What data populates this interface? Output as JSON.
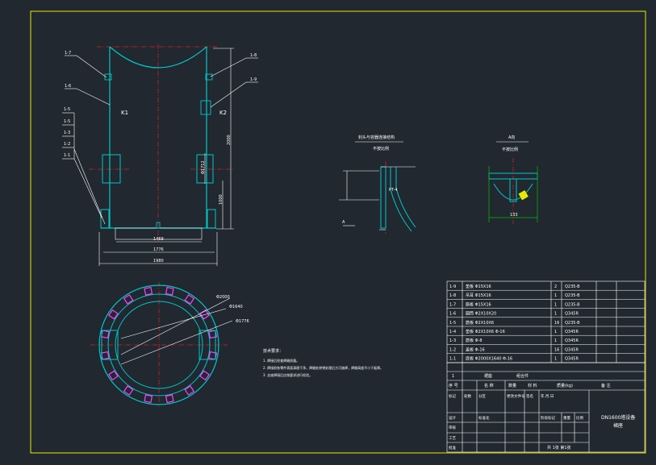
{
  "drawing": {
    "part_labels_left": [
      "1-7",
      "1-6",
      "1-5",
      "1-5",
      "1-3",
      "1-2",
      "1-1"
    ],
    "part_labels_right": [
      "1-8",
      "1-9"
    ],
    "k1": "K1",
    "k2": "K2",
    "dims": {
      "d1": "1469",
      "d2": "1776",
      "d3": "1980",
      "v1": "2000",
      "v2": "1000",
      "v3": "Φ1712"
    },
    "section_title": "封头与容器连接结构",
    "section_subtitle": "不按比例",
    "section_labels": [
      "A",
      "PT-4"
    ],
    "aview_title": "A向",
    "aview_subtitle": "不按比例",
    "aview_dim": "133",
    "plan_dims": [
      "Φ2000",
      "Φ1640",
      "Φ1776"
    ],
    "notes_title": "技术要求：",
    "notes": [
      "1. 焊接后检查焊缝质量。",
      "2. 焊接前各零件表面清理干净，焊缝处除锈处理后方可施焊，焊缝高度不小于板厚。",
      "3. 支座焊接后应按要求进行检验。"
    ]
  },
  "parts_table": {
    "rows": [
      {
        "no": "1-9",
        "name": "垫板  Φ15X16",
        "qty": "2",
        "mat": "Q235-B"
      },
      {
        "no": "1-8",
        "name": "吊耳  Φ15X16",
        "qty": "1",
        "mat": "Q235-B"
      },
      {
        "no": "1-7",
        "name": "筋板  Φ15X16",
        "qty": "1",
        "mat": "Q235-B"
      },
      {
        "no": "1-6",
        "name": "圆筒  Φ2X10X20",
        "qty": "1",
        "mat": "Q345R"
      },
      {
        "no": "1-5",
        "name": "筋板  Φ2X10X6",
        "qty": "16",
        "mat": "Q235-B"
      },
      {
        "no": "1-4",
        "name": "垫板  Φ2X10X6  Φ-16",
        "qty": "1",
        "mat": "Q345R"
      },
      {
        "no": "1-3",
        "name": "筋板  Φ-8",
        "qty": "1",
        "mat": "Q345R"
      },
      {
        "no": "1-2",
        "name": "盖板  Φ-16",
        "qty": "16",
        "mat": "Q345R"
      },
      {
        "no": "1-1",
        "name": "底板  Φ2000X1640  Φ-16",
        "qty": "1",
        "mat": "Q345R"
      }
    ],
    "row_1": {
      "no": "1",
      "name": "裙座",
      "ref": "组合件"
    },
    "header": {
      "no": "序 号",
      "name": "名 称",
      "qty": "数量",
      "mat": "材 料",
      "weight": "质量(kg)",
      "remark": "备 注"
    },
    "title_block": {
      "project": "DN1600塔设备",
      "part": "裙座",
      "scale_label": "比例",
      "sheet": "共 1张  第1张",
      "labels": [
        "标记",
        "处数",
        "分区",
        "更改文件号",
        "签名",
        "年.月.日",
        "设计",
        "标准化",
        "审核",
        "工艺",
        "批准",
        "阶段标记",
        "重量",
        "比例"
      ]
    }
  }
}
